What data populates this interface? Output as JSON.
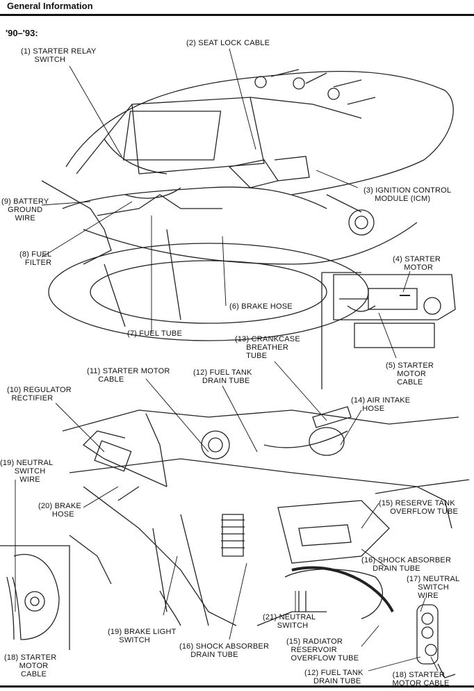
{
  "header": {
    "title": "General Information"
  },
  "model_years": "'90–'93:",
  "callouts": {
    "c1": "(1) STARTER RELAY\n      SWITCH",
    "c2": "(2) SEAT LOCK CABLE",
    "c3": "(3) IGNITION CONTROL\n     MODULE (ICM)",
    "c4": "(4) STARTER\n     MOTOR",
    "c5": "(5) STARTER\n     MOTOR\n     CABLE",
    "c6": "(6) BRAKE HOSE",
    "c7": "(7) FUEL TUBE",
    "c8": "(8) FUEL\n  FILTER",
    "c9": "(9) BATTERY\nGROUND\nWIRE",
    "c10": "(10) REGULATOR\n  RECTIFIER",
    "c11": "(11) STARTER MOTOR\n     CABLE",
    "c12": "(12) FUEL TANK\n    DRAIN TUBE",
    "c13": "(13) CRANKCASE\n     BREATHER\n     TUBE",
    "c14": "(14) AIR INTAKE\n     HOSE",
    "c15": "(15) RESERVE TANK\n     OVERFLOW TUBE",
    "c16": "(16) SHOCK ABSORBER\n     DRAIN TUBE",
    "c17": "(17) NEUTRAL\n     SWITCH\n     WIRE",
    "c19a": "(19) NEUTRAL\n   SWITCH\n   WIRE",
    "c20": "(20) BRAKE\n   HOSE",
    "c19b": "(19) BRAKE LIGHT\n     SWITCH",
    "c16b": "(16) SHOCK ABSORBER\n     DRAIN TUBE",
    "c21": "(21) NEUTRAL\n   SWITCH",
    "c15b": "(15) RADIATOR\n  RESERVOIR\n  OVERFLOW TUBE",
    "c12b": "(12) FUEL TANK\n    DRAIN TUBE",
    "c18a": "(18) STARTER\n   MOTOR\n   CABLE",
    "c18b": "(18) STARTER\n  MOTOR CABLE"
  }
}
